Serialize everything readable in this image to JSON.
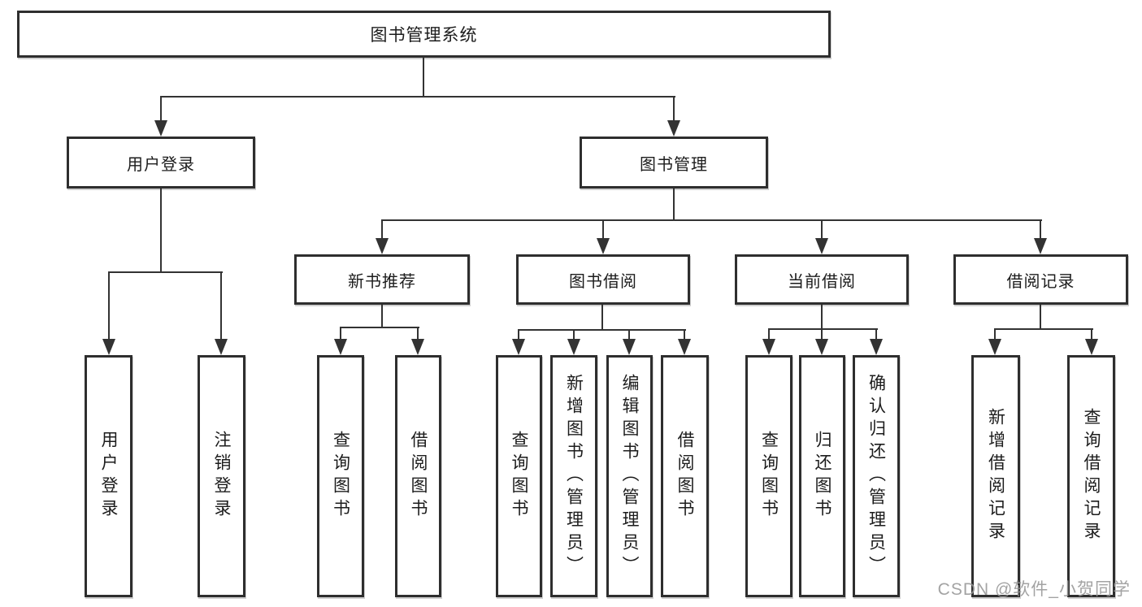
{
  "tree": {
    "label": "图书管理系统",
    "children": [
      {
        "label": "用户登录",
        "children": [
          {
            "label": "用户登录"
          },
          {
            "label": "注销登录"
          }
        ]
      },
      {
        "label": "图书管理",
        "children": [
          {
            "label": "新书推荐",
            "children": [
              {
                "label": "查询图书"
              },
              {
                "label": "借阅图书"
              }
            ]
          },
          {
            "label": "图书借阅",
            "children": [
              {
                "label": "查询图书"
              },
              {
                "label": "新增图书（管理员）"
              },
              {
                "label": "编辑图书（管理员）"
              },
              {
                "label": "借阅图书"
              }
            ]
          },
          {
            "label": "当前借阅",
            "children": [
              {
                "label": "查询图书"
              },
              {
                "label": "归还图书"
              },
              {
                "label": "确认归还（管理员）"
              }
            ]
          },
          {
            "label": "借阅记录",
            "children": [
              {
                "label": "新增借阅记录"
              },
              {
                "label": "查询借阅记录"
              }
            ]
          }
        ]
      }
    ]
  },
  "watermark": {
    "text": "CSDN @软件_小贺同学"
  },
  "colors": {
    "box_border": "#2e2e2e",
    "connector_line": "#333333",
    "text": "#1c1c1c",
    "watermark": "#969696",
    "background": "#ffffff"
  }
}
